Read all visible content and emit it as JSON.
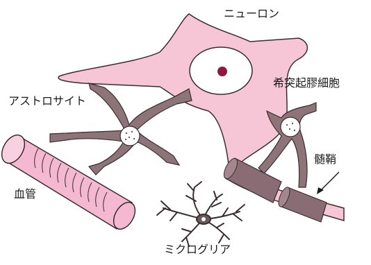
{
  "labels": {
    "neuron": "ニューロン",
    "astrocyte": "アストロサイト",
    "oligodendrocyte": "希突起膠細胞",
    "myelin": "髄鞘",
    "blood_vessel": "血管",
    "microglia": "ミクログリア"
  },
  "colors": {
    "neuron_fill": "#f6c6d6",
    "vessel_fill": "#f4b8d0",
    "glia_fill": "#8c7479",
    "myelin_fill": "#8a6c75",
    "outline": "#3a2b2e"
  }
}
